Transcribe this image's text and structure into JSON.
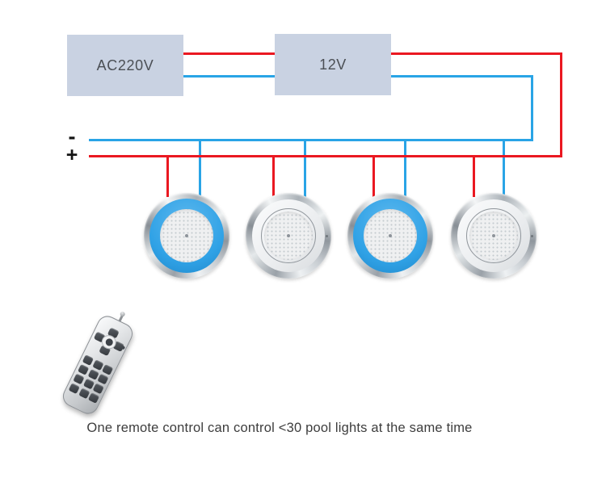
{
  "diagram": {
    "power_box_label": "AC220V",
    "transformer_box_label": "12V",
    "negative_label": "-",
    "positive_label": "+",
    "lights": [
      {
        "type": "blue"
      },
      {
        "type": "plain"
      },
      {
        "type": "blue"
      },
      {
        "type": "plain"
      }
    ]
  },
  "colors": {
    "wire_positive": "#ea1821",
    "wire_negative": "#29a4e6",
    "box_fill": "#c9d2e2",
    "box_text": "#4b4f55",
    "blue_ring": "#30a2e6"
  },
  "remote": {
    "keypad_rows": 4,
    "keypad_cols": 3
  },
  "caption": "One remote control can control <30 pool lights at the same time"
}
